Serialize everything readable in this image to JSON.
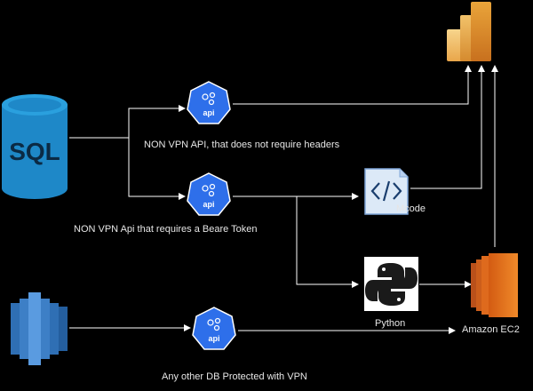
{
  "labels": {
    "non_vpn_api_no_headers": "NON VPN API, that does not require headers",
    "non_vpn_api_bearer": "NON VPN Api that requires a Beare Token",
    "mcode": "Mcode",
    "python": "Python",
    "amazon_ec2": "Amazon EC2",
    "vpn_db": "Any other DB Protected with VPN"
  },
  "icons": {
    "sql": "SQL",
    "api": "api"
  },
  "colors": {
    "background": "#000000",
    "sql_blue": "#1E88C8",
    "api_blue": "#2E6FEA",
    "ec2_orange": "#E8731A",
    "redshift_blue": "#4A8FD8",
    "powerbi_yellow": "#F2C811",
    "line": "#FFFFFF"
  }
}
